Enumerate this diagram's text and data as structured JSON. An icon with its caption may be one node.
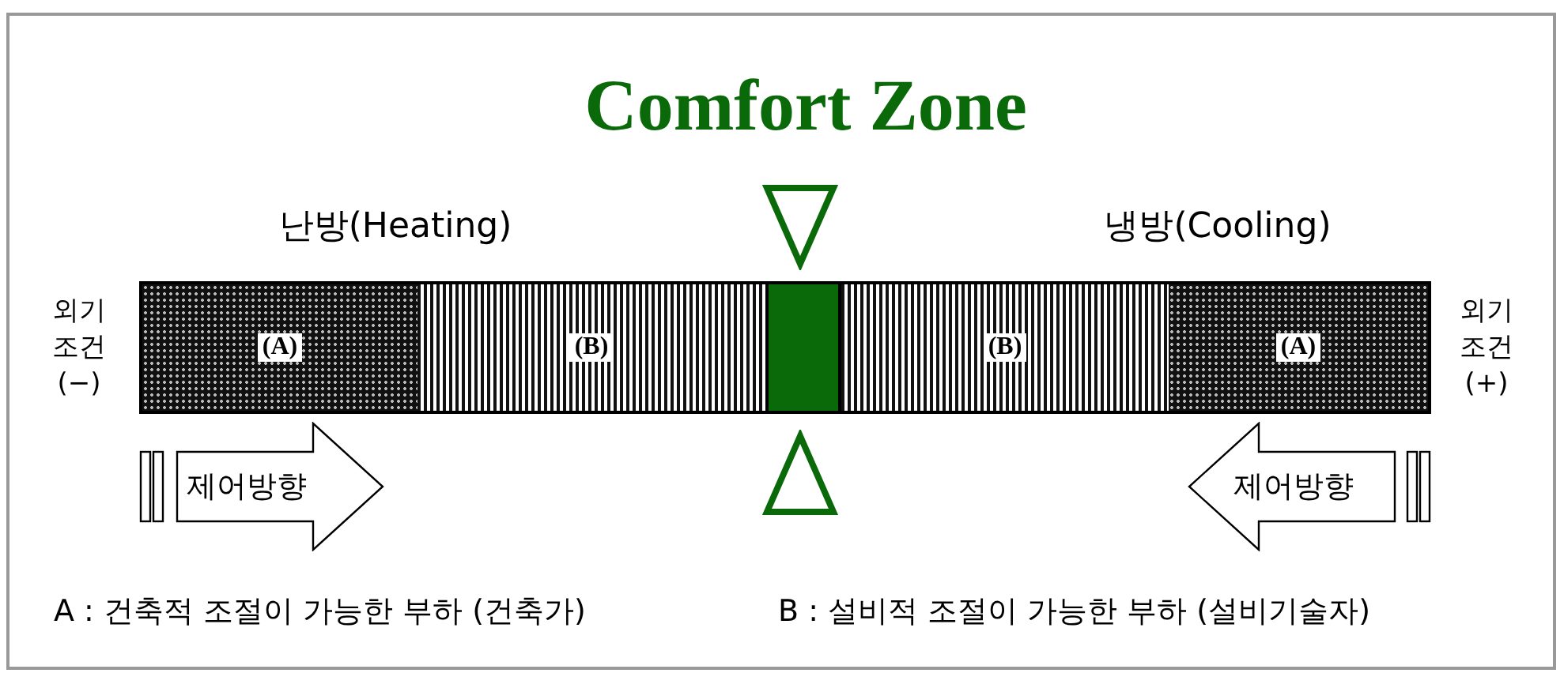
{
  "diagram": {
    "title": "Comfort Zone",
    "nodes": [
      {
        "text": [
          "(A)"
        ]
      },
      {
        "text": [
          "(B)"
        ]
      },
      {
        "text": [],
        "shape": "box"
      },
      {
        "text": [
          "(B)"
        ]
      },
      {
        "text": [
          "(A)"
        ]
      },
      {
        "text": [
          "제어방향"
        ]
      },
      {
        "text": [
          "제어방향"
        ]
      }
    ],
    "edges": [],
    "labels": [
      "난방(Heating)",
      "냉방(Cooling)",
      "외기 조건 (−)",
      "외기 조건 (+)",
      "A : 건축적 조절이 가능한 부하 (건축가)",
      "B : 설비적 조절이 가능한 부하 (설비기술자)"
    ]
  }
}
